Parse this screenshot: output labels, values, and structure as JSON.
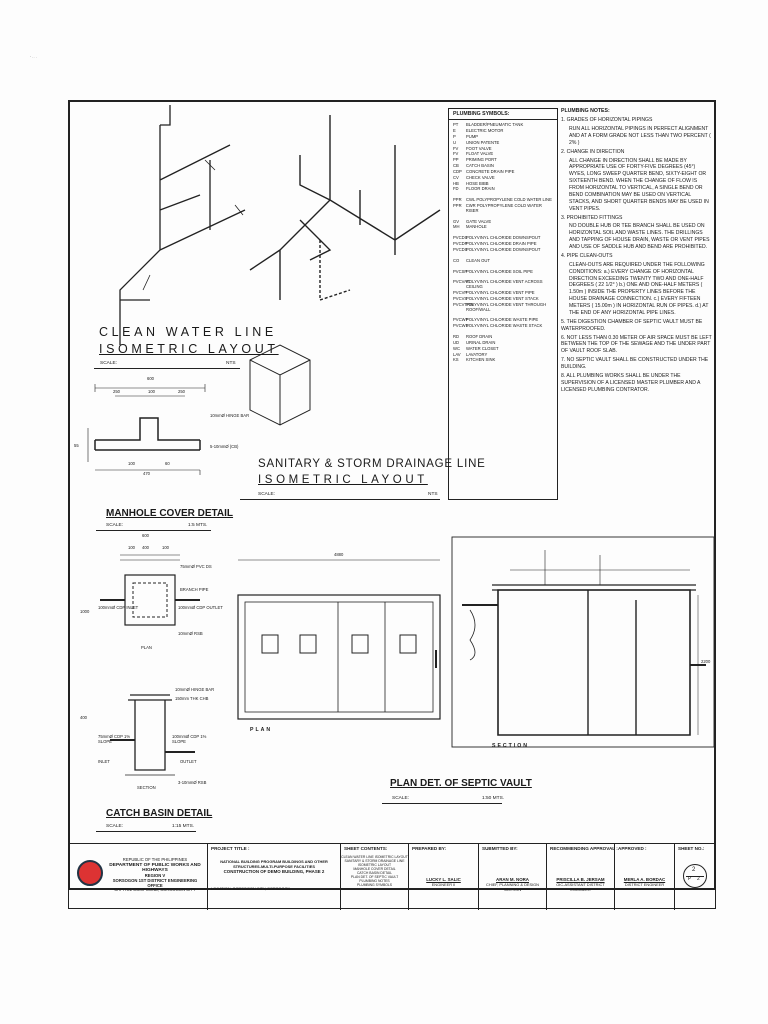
{
  "corner_mark": "' ·· ·",
  "plumbing_symbols": {
    "title": "PLUMBING SYMBOLS:",
    "items": [
      [
        "PT",
        "BLADDER/PNEUMATIC TANK"
      ],
      [
        "E",
        "ELECTRIC MOTOR"
      ],
      [
        "P",
        "PUMP"
      ],
      [
        "U",
        "UNION PATENTE"
      ],
      [
        "FV",
        "FOOT VALVE"
      ],
      [
        "FV",
        "FLOAT VALVE"
      ],
      [
        "PP",
        "PRIMING PORT"
      ],
      [
        "CB",
        "CATCH BASIN"
      ],
      [
        "CDP",
        "CONCRETE DRAIN PIPE"
      ],
      [
        "CV",
        "CHECK VALVE"
      ],
      [
        "HB",
        "HOSE BIBB"
      ],
      [
        "FD",
        "FLOOR DRAIN"
      ],
      [
        "PPR",
        "CWL POLYPROPYLENE COLD WATER LINE"
      ],
      [
        "PPR",
        "CWR POLYPROPYLENE COLD WATER RISER"
      ],
      [
        "GV",
        "GATE VALVE"
      ],
      [
        "MH",
        "MANHOLE"
      ],
      [
        "PVCDS",
        "POLYVINYL CHLORIDE DOWNSPOUT"
      ],
      [
        "PVCDP",
        "POLYVINYL CHLORIDE DRAIN PIPE"
      ],
      [
        "PVCDS",
        "POLYVINYL CHLORIDE DOWNSPOUT"
      ],
      [
        "CO",
        "CLEAN OUT"
      ],
      [
        "PVCSP",
        "POLYVINYL CHLORIDE SOIL PIPE"
      ],
      [
        "PVCVAC",
        "POLYVINYL CHLORIDE VENT ACROSS CEILING"
      ],
      [
        "PVCVP",
        "POLYVINYL CHLORIDE VENT PIPE"
      ],
      [
        "PVCVS",
        "POLYVINYL CHLORIDE VENT STACK"
      ],
      [
        "PVCVTRW",
        "POLYVINYL CHLORIDE VENT THROUGH ROOF/WALL"
      ],
      [
        "PVCWP",
        "POLYVINYL CHLORIDE WASTE PIPE"
      ],
      [
        "PVCWS",
        "POLYVINYL CHLORIDE WASTE STACK"
      ],
      [
        "RD",
        "ROOF DRAIN"
      ],
      [
        "UD",
        "URINAL DRAIN"
      ],
      [
        "WC",
        "WATER CLOSET"
      ],
      [
        "LAV",
        "LAVATORY"
      ],
      [
        "KS",
        "KITCHEN SINK"
      ]
    ]
  },
  "plumbing_notes": {
    "title": "PLUMBING NOTES:",
    "paragraphs": [
      "1. GRADES OF HORIZONTAL PIPINGS",
      "RUN ALL HORIZONTAL PIPINGS IN PERFECT ALIGNMENT AND AT A FORM GRADE NOT LESS THAN TWO PERCENT ( 2% )",
      "2. CHANGE IN DIRECTION",
      "ALL CHANGE IN DIRECTION SHALL BE MADE BY APPROPRIATE USE OF FORTY-FIVE DEGREES (45°) WYES, LONG SWEEP QUARTER BEND, SIXTY-EIGHT OR SIXTEENTH BEND. WHEN THE CHANGE OF FLOW IS FROM HORIZONTAL TO VERTICAL, A SINGLE BEND OR BEND COMBINATION MAY BE USED ON VERTICAL STACKS, AND SHORT QUARTER BENDS MAY BE USED IN VENT PIPES.",
      "3. PROHIBITED FITTINGS",
      "NO DOUBLE HUB OR TEE BRANCH SHALL BE USED ON HORIZONTAL SOIL AND WASTE LINES. THE DRILLINGS AND TAPPING OF HOUSE DRAIN, WASTE OR VENT PIPES AND USE OF SADDLE HUB AND BEND ARE PROHIBITED.",
      "4. PIPE CLEAN-OUTS",
      "CLEAN-OUTS ARE REQUIRED UNDER THE FOLLOWING CONDITIONS: a.) EVERY CHANGE OF HORIZONTAL DIRECTION EXCEEDING TWENTY TWO AND ONE-HALF DEGREES ( 22 1/2° ) b.) ONE AND ONE-HALF METERS ( 1.50m ) INSIDE THE PROPERTY LINES BEFORE THE HOUSE DRAINAGE CONNECTION. c.) EVERY FIFTEEN METERS ( 15.00m ) IN HORIZONTAL RUN OF PIPES. d.) AT THE END OF ANY HORIZONTAL PIPE LINES.",
      "5. THE DIGESTION CHAMBER OF SEPTIC VAULT MUST BE WATERPROOFED.",
      "6. NOT LESS THAN 0.30 METER OF AIR SPACE MUST BE LEFT BETWEEN THE TOP OF THE SEWAGE AND THE UNDER PART OF VAULT ROOF SLAB.",
      "7. NO SEPTIC VAULT SHALL BE CONSTRUCTED UNDER THE BUILDING.",
      "8. ALL PLUMBING WORKS SHALL BE UNDER THE SUPERVISION OF A LICENSED MASTER PLUMBER AND A LICENSED PLUMBING CONTRATOR."
    ]
  },
  "clean_water": {
    "line1": "CLEAN WATER LINE",
    "line2": "ISOMETRIC LAYOUT",
    "scale_label": "SCALE:",
    "scale_value": "NTS"
  },
  "sanitary": {
    "line1": "SANITARY & STORM DRAINAGE LINE",
    "line2": "ISOMETRIC LAYOUT",
    "scale_label": "SCALE:",
    "scale_value": "NTS"
  },
  "manhole": {
    "title": "MANHOLE COVER DETAIL",
    "scale_label": "SCALE:",
    "scale_value": "1:5 MTS.",
    "dims": [
      "600",
      "250",
      "100",
      "250",
      "470",
      "55",
      "100",
      "60"
    ],
    "callouts": [
      "10mmØ HINGE BAR",
      "5-10mmØ (CB)"
    ]
  },
  "catch_basin": {
    "title": "CATCH BASIN DETAIL",
    "scale_label": "SCALE:",
    "scale_value": "1:15 MTS.",
    "dims": [
      "600",
      "100",
      "400",
      "100",
      "1000",
      "400"
    ],
    "plan_label": "PLAN",
    "section_label": "SECTION",
    "callouts": [
      "75mmØ PVC DS",
      "BRANCH PIPE",
      "100mmØ CDP INLET",
      "100mmØ CDP OUTLET",
      "10mmØ RSB",
      "10mmØ HINGE BAR",
      "150mm THK CHB",
      "75mmØ CDP 1% SLOPE",
      "100mmØ CDP 1% SLOPE",
      "INLET",
      "OUTLET",
      "3-10mmØ RSB"
    ]
  },
  "septic": {
    "title": "PLAN DET. OF SEPTIC VAULT",
    "scale_label": "SCALE:",
    "scale_value": "1:50 MTS.",
    "plan_label": "PLAN",
    "section_label": "SECTION",
    "dim_width": "4880",
    "dim_height": "2200"
  },
  "title_block": {
    "agency": [
      "REPUBLIC OF THE PHILIPPINES",
      "DEPARTMENT OF PUBLIC WORKS AND HIGHWAYS",
      "REGION V",
      "SORSOGON 1ST DISTRICT ENGINEERING OFFICE",
      "CAPITOL COMPOUND, SORSOGON CITY"
    ],
    "project_title_label": "PROJECT TITLE :",
    "project_title": [
      "NATIONAL BUILDING PROGRAM BUILDINGS AND OTHER",
      "STRUCTURES-MULTI-PURPOSE FACILITIES",
      "CONSTRUCTION OF DEMO BUILDING, PHASE 2"
    ],
    "location": "LOCATION: SORSOGON CITY, SORSOGON",
    "sheet_contents_label": "SHEET CONTENTS:",
    "sheet_contents": [
      "CLEAN WATER LINE ISOMETRIC LAYOUT",
      "SANITARY & STORM DRAINAGE LINE",
      "ISOMETRIC LAYOUT",
      "MANHOLE COVER DETAIL",
      "CATCH BASIN DETAIL",
      "PLAN DET. OF SEPTIC VAULT",
      "PLUMBING NOTES",
      "PLUMBING SYMBOLS"
    ],
    "prepared_label": "PREPARED BY:",
    "prepared_name": "LUCKY L. SALIC",
    "prepared_role": "ENGINEER II",
    "submitted_label": "SUBMITTED BY:",
    "submitted_name": "ARAN M. NORA",
    "submitted_role": "CHIEF, PLANNING & DESIGN SECTION",
    "recommending_label": "RECOMMENDING APPROVAL :",
    "recommending_name": "PRISCILLA B. JERSAM",
    "recommending_role": "OIC-ASSISTANT DISTRICT ENGINEER",
    "approved_label": "APPROVED :",
    "approved_name": "MERLA A. BORDAC",
    "approved_role": "DISTRICT ENGINEER",
    "sheet_no_label": "SHEET NO.:",
    "sheet_no": "2",
    "sheet_code": "P",
    "sheet_total": "2"
  }
}
